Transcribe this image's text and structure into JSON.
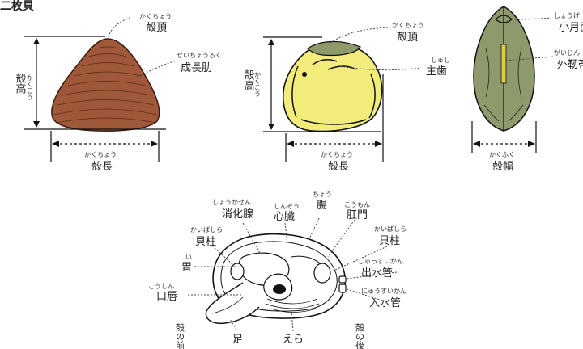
{
  "title": "二枚貝",
  "shell_views": {
    "left": {
      "apex": {
        "ruby": "かくちょう",
        "text": "殻頂"
      },
      "growth_line": {
        "ruby": "せいちょうろく",
        "text": "成長肋"
      },
      "height": {
        "ruby": "かくこう",
        "text": "殻高"
      },
      "length": {
        "ruby": "かくちょう",
        "text": "殻長"
      }
    },
    "middle": {
      "apex": {
        "ruby": "かくちょう",
        "text": "殻頂"
      },
      "teeth": {
        "ruby": "しゅし",
        "text": "主歯"
      },
      "height": {
        "ruby": "かくこう",
        "text": "殻高"
      },
      "length": {
        "ruby": "かくちょう",
        "text": "殻長"
      }
    },
    "right": {
      "lunule": {
        "ruby": "しょうげ",
        "text": "小月面"
      },
      "ligament": {
        "ruby": "がいじん",
        "text": "外靭帯"
      },
      "width": {
        "ruby": "かくふく",
        "text": "殻幅"
      }
    }
  },
  "anatomy": {
    "digestive_gland": {
      "ruby": "しょうかせん",
      "text": "消化腺"
    },
    "heart": {
      "ruby": "しんぞう",
      "text": "心臓"
    },
    "intestine": {
      "ruby": "ちょう",
      "text": "腸"
    },
    "anus": {
      "ruby": "こうもん",
      "text": "肛門"
    },
    "adductor_left": {
      "ruby": "かいばしら",
      "text": "貝柱"
    },
    "adductor_right": {
      "ruby": "かいばしら",
      "text": "貝柱"
    },
    "stomach": {
      "ruby": "い",
      "text": "胃"
    },
    "excurrent": {
      "ruby": "しゅっすいかん",
      "text": "出水管"
    },
    "labial_palp": {
      "ruby": "こうしん",
      "text": "口唇"
    },
    "incurrent": {
      "ruby": "にゅうすいかん",
      "text": "入水管"
    },
    "front": {
      "text": "殻の前"
    },
    "foot": {
      "text": "足"
    },
    "gills": {
      "text": "えら"
    },
    "back": {
      "text": "殻の後"
    }
  },
  "colors": {
    "left_shell": "#a0583a",
    "middle_shell": "#f2ec7a",
    "right_shell": "#8e9a6c"
  }
}
